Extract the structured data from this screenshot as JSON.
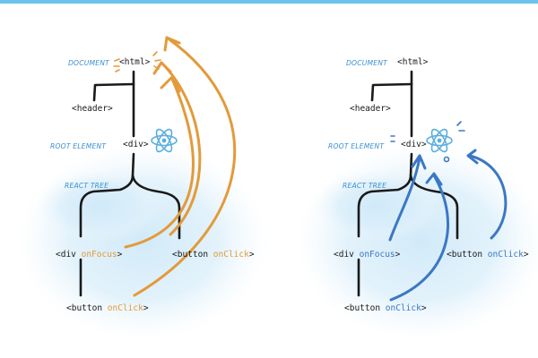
{
  "colors": {
    "top_bar": "#6cc4ec",
    "wash": "#cfe9f8",
    "tree_ink": "#1a1a1a",
    "label_blue": "#3a8fd0",
    "orange": "#e39a3a",
    "blue": "#3b78c4",
    "react_logo": "#5aaee0"
  },
  "left": {
    "document_label": "DOCUMENT",
    "root_label": "ROOT ELEMENT",
    "tree_label": "REACT TREE",
    "html_tag": "<html>",
    "header_tag": "<header>",
    "div_tag": "<div>",
    "div_focus_prefix": "<div ",
    "div_focus_event": "onFocus",
    "div_focus_suffix": ">",
    "button_right_prefix": "<button ",
    "button_right_event": "onClick",
    "button_right_suffix": ">",
    "button_bottom_prefix": "<button ",
    "button_bottom_event": "onClick",
    "button_bottom_suffix": ">"
  },
  "right": {
    "document_label": "DOCUMENT",
    "root_label": "ROOT ELEMENT",
    "tree_label": "REACT TREE",
    "html_tag": "<html>",
    "header_tag": "<header>",
    "div_tag": "<div>",
    "div_focus_prefix": "<div ",
    "div_focus_event": "onFocus",
    "div_focus_suffix": ">",
    "button_right_prefix": "<button ",
    "button_right_event": "onClick",
    "button_right_suffix": ">",
    "button_bottom_prefix": "<button ",
    "button_bottom_event": "onClick",
    "button_bottom_suffix": ">"
  }
}
